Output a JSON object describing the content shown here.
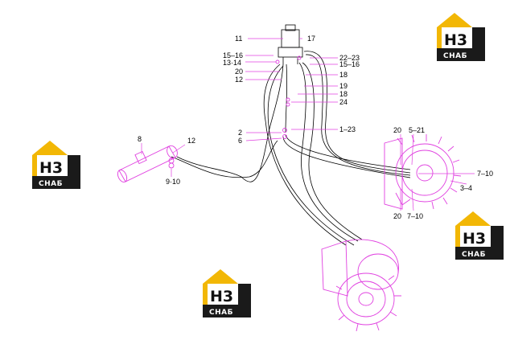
{
  "logo": {
    "mark": "H3",
    "caption": "CHAБ"
  },
  "colors": {
    "part_outline": "#e040e0",
    "line": "#000000",
    "logo_yellow": "#f2b705",
    "logo_dark": "#1a1a1a"
  },
  "callouts": {
    "l11": "11",
    "l17": "17",
    "l15_16a": "15–16",
    "l13_14": "13·14",
    "l22_23": "22–23",
    "l15_16b": "15–16",
    "l20a": "20",
    "l18a": "18",
    "l12a": "12",
    "l19": "19",
    "l18b": "18",
    "l24": "24",
    "l2": "2",
    "l6": "6",
    "l1_23": "1–23",
    "l8": "8",
    "l12b": "12",
    "l9_10": "9·10",
    "l20b": "20",
    "l5_21": "5–21",
    "l7_10a": "7–10",
    "l3_4": "3–4",
    "l20c": "20",
    "l7_10b": "7–10"
  }
}
